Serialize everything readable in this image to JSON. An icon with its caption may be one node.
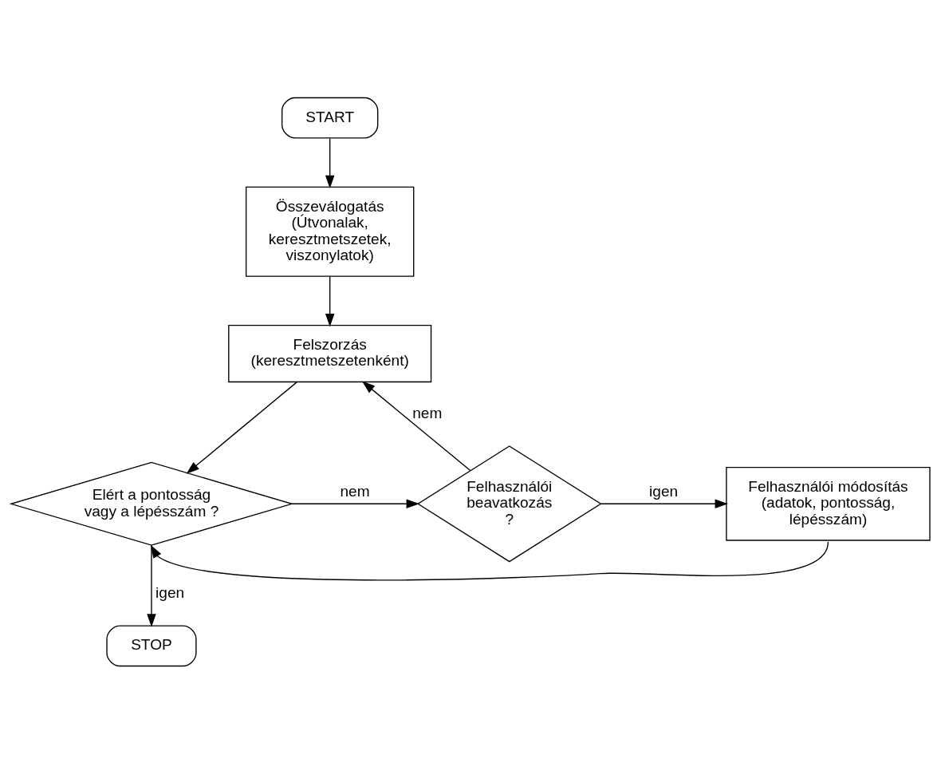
{
  "diagram": {
    "nodes": [
      {
        "text": [
          "START"
        ]
      },
      {
        "text": [
          "Összeválogatás",
          "(Útvonalak, keresztmetszetek, viszonylatok)"
        ]
      },
      {
        "text": [
          "Felszorzás",
          "(keresztmetszetenként)"
        ]
      },
      {
        "text": [
          "Elért a pontosság vagy a lépésszám ?"
        ]
      },
      {
        "text": [
          "Felhasználói beavatkozás ?"
        ]
      },
      {
        "text": [
          "Felhasználói módosítás",
          "(adatok, pontosság, lépésszám)"
        ]
      },
      {
        "text": [
          "STOP"
        ]
      }
    ],
    "edges": [
      {
        "from": 0,
        "to": 1,
        "arrow": "to"
      },
      {
        "from": 1,
        "to": 2,
        "arrow": "to"
      },
      {
        "from": 2,
        "to": 3,
        "arrow": "to"
      },
      {
        "from": 3,
        "to": 4,
        "arrow": "to",
        "label": "nem"
      },
      {
        "from": 3,
        "to": 6,
        "arrow": "to",
        "label": "igen"
      },
      {
        "from": 4,
        "to": 2,
        "arrow": "to",
        "label": "nem"
      },
      {
        "from": 4,
        "to": 5,
        "arrow": "to",
        "label": "igen"
      },
      {
        "from": 5,
        "to": 3,
        "arrow": "to"
      }
    ]
  }
}
